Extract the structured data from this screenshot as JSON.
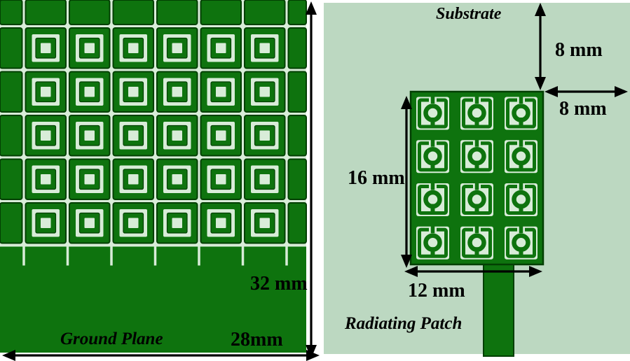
{
  "figure": {
    "description": "Microstrip antenna geometry: ground plane with nested-square defected grid and substrate with split-ring radiating patch"
  },
  "colors": {
    "dark_green": "#0e730e",
    "outline_green": "#033f03",
    "light_green": "#d8ecd8",
    "substrate_green": "#bcd8c1",
    "arrow_black": "#000000"
  },
  "left_panel": {
    "caption": "Ground Plane",
    "height_label": "32 mm",
    "width_label": "28mm",
    "grid": {
      "pattern_cols": 6,
      "pattern_rows": 5
    }
  },
  "right_panel": {
    "caption_top": "Substrate",
    "caption_bottom": "Radiating Patch",
    "offset_top_label": "8 mm",
    "offset_right_label": "8 mm",
    "patch_height_label": "16 mm",
    "patch_width_label": "12 mm",
    "grid": {
      "cols": 3,
      "rows": 4
    }
  }
}
